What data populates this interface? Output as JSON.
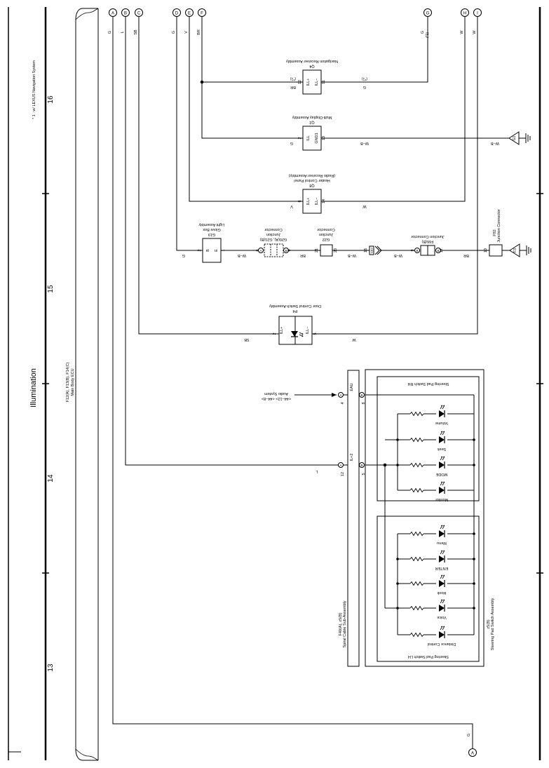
{
  "title": "Illumination",
  "footnote": "* 1 : w/ LEXUS Navigation System",
  "page_numbers": [
    "13",
    "14",
    "15",
    "16"
  ],
  "ecu": {
    "codes": "F12(A), F13(B), F14(C)",
    "name": "Main Body ECU"
  },
  "outputs": [
    {
      "id": "A",
      "wire": "G"
    },
    {
      "id": "B",
      "wire": "L"
    },
    {
      "id": "C",
      "wire": "SB"
    },
    {
      "id": "D",
      "wire": "G"
    },
    {
      "id": "E",
      "wire": "V"
    },
    {
      "id": "F",
      "wire": "BR"
    },
    {
      "id": "G",
      "wire": "G",
      "note": "(*1)"
    },
    {
      "id": "H",
      "wire": "W"
    },
    {
      "id": "I",
      "wire": "W"
    }
  ],
  "bottom_connector": {
    "id": "A",
    "wire": "G"
  },
  "components": {
    "navigation": {
      "code": "Q4",
      "name": "Navigation Receiver Assembly",
      "pin_a": "12",
      "pin_a_label": "ILL+",
      "pin_a_wire": "BR",
      "pin_a_note": "(*1)",
      "pin_b": "11",
      "pin_b_label": "ILL−",
      "pin_b_wire": "G",
      "pin_b_note": "(*1)"
    },
    "multi_display": {
      "code": "Q2",
      "name": "Multi-Display Assembly",
      "pin_a": "2",
      "pin_a_label": "ILL",
      "pin_a_wire": "G",
      "pin_b": "13",
      "pin_b_label": "GND1",
      "pin_b_wire": "W−B"
    },
    "heater_panel": {
      "code": "Q8",
      "name_line1": "Heater Control Panel",
      "name_line2": "(Radio Receiver Assembly)",
      "pin_a": "6",
      "pin_a_label": "ILL+",
      "pin_a_wire": "V",
      "pin_b": "14",
      "pin_b_label": "ILL−",
      "pin_b_wire": "W"
    },
    "glove_box": {
      "code": "G19",
      "name_line1": "Glove Box",
      "name_line2": "Light Assembly",
      "pin_a": "2",
      "pin_a_label": "B",
      "pin_b": "1",
      "pin_b_label": "E",
      "wire_in": "G",
      "wire_out": "W−B"
    },
    "door_switch": {
      "code": "P4",
      "name": "Door Control Switch Assembly",
      "pin_a": "2",
      "pin_a_label": "ILL+",
      "pin_a_wire": "SB",
      "pin_b": "5",
      "pin_b_label": "ILL−",
      "pin_b_wire": "W"
    },
    "junction_g20": {
      "codes": "G20(A), G21(B)",
      "name_line1": "Junction",
      "name_line2": "Connector",
      "pin_a": "6",
      "pin_a_conn": "A",
      "pin_b": "6",
      "pin_b_conn": "B",
      "wire_out": "BR"
    },
    "junction_g22": {
      "code": "G22",
      "name_line1": "Junction",
      "name_line2": "Connector",
      "pin_a": "21",
      "pin_b": "20",
      "wire_out": "W−B"
    },
    "eb3": {
      "pin": "16",
      "code": "EB3",
      "wire_out": "W−B"
    },
    "junction_f66": {
      "code": "F66(B)",
      "name": "Junction Connector",
      "pin_a": "9",
      "pin_a_conn": "B",
      "pin_b": "17",
      "pin_b_conn": "B",
      "wire_out": "BR"
    },
    "junction_f92": {
      "code": "F92",
      "name": "Junction Connector",
      "pin": "10"
    },
    "ground_g1": {
      "code": "G1",
      "wire": "W−B"
    },
    "ground_f3": {
      "code": "F3"
    },
    "spiral_cable": {
      "codes": "F40(A), z5(B)",
      "name": "Spiral Cable Sub-Assembly",
      "ill_label": "IL+2",
      "eau_label": "EAU",
      "pin_il_a": "12",
      "pin_il_b": "5",
      "pin_eau_a": "4",
      "pin_eau_b": "8",
      "conn_a": "A",
      "conn_b": "B",
      "wire_l": "L"
    },
    "audio": {
      "name": "Audio System",
      "ref": "<44−12> <44−8>"
    },
    "steering_assembly": {
      "code": "z5(B)",
      "name": "Steering Pad Switch Assembly"
    },
    "switch_rh": {
      "name": "Steering Pad Switch RH",
      "leds": [
        "Volume",
        "Seek",
        "MODE",
        "Monitor"
      ]
    },
    "switch_lh": {
      "name": "Steering Pad Switch LH",
      "leds": [
        "Menu",
        "ENTER",
        "Hook",
        "Voice",
        "Distance Control"
      ]
    }
  }
}
